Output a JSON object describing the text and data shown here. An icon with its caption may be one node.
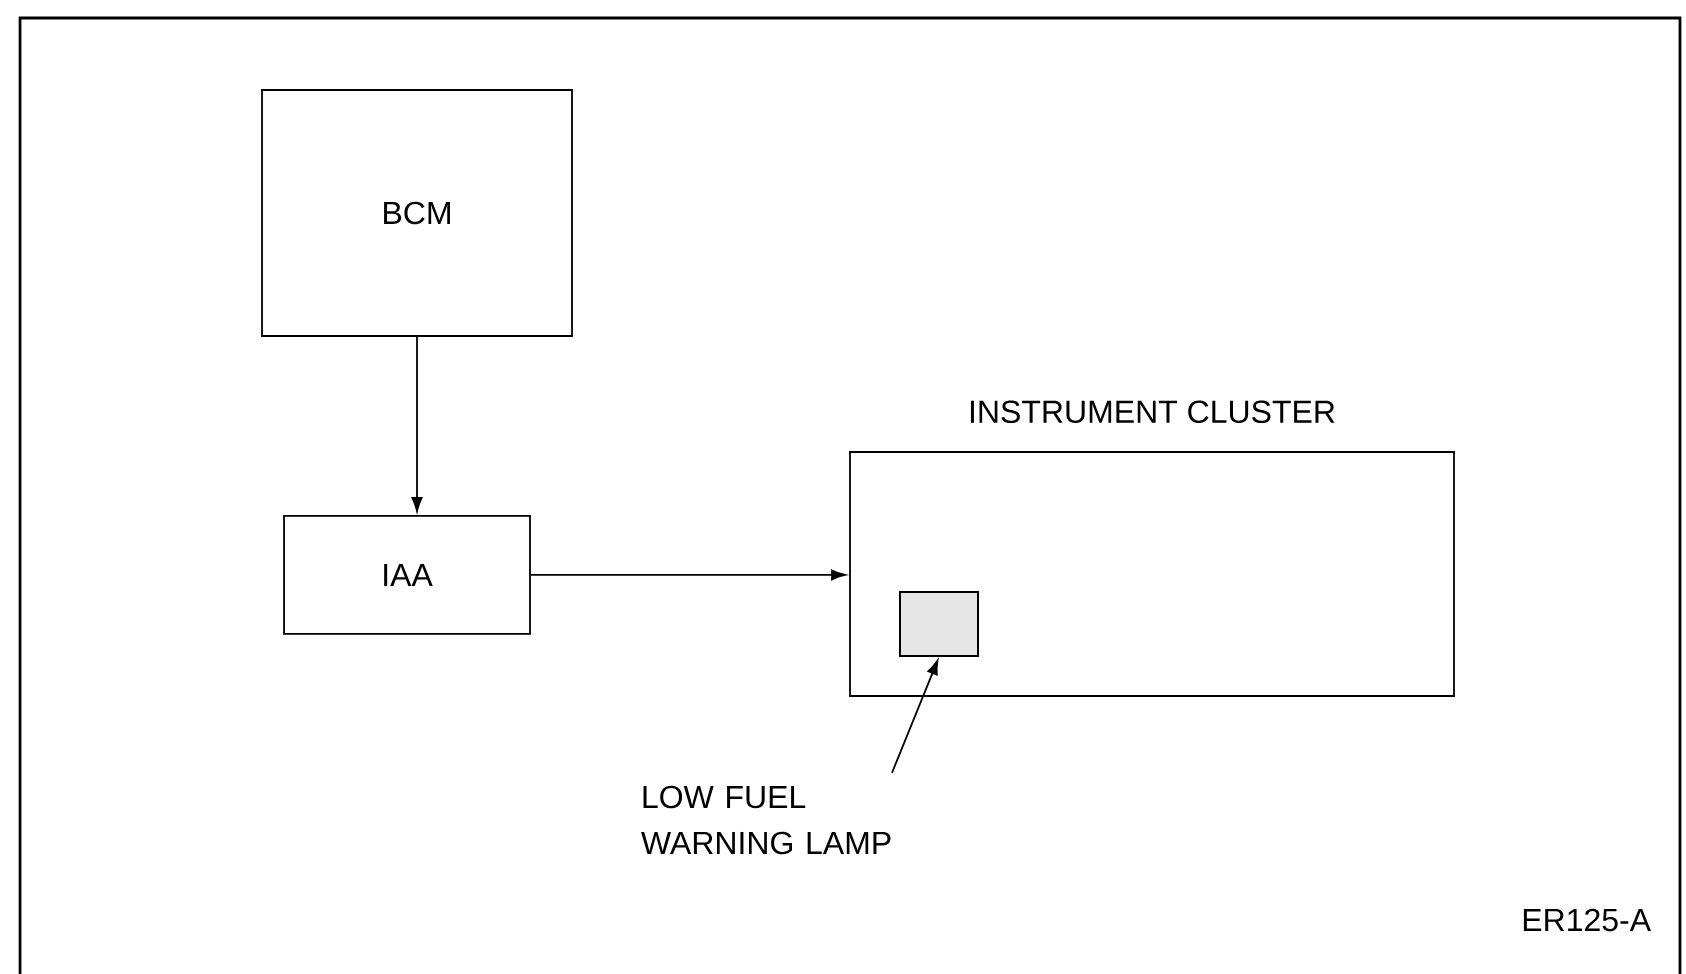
{
  "diagram": {
    "nodes": [
      {
        "text": [
          "BCM"
        ]
      },
      {
        "text": [
          "IAA"
        ]
      },
      {
        "text": [
          "INSTRUMENT CLUSTER"
        ]
      },
      {
        "text": [],
        "shape": "box",
        "in": 2
      },
      {
        "text": [
          "LOW FUEL WARNING LAMP"
        ]
      }
    ],
    "edges": [
      {
        "from": 0,
        "to": 1,
        "arrow": "to"
      },
      {
        "from": 1,
        "to": 2,
        "arrow": "to"
      },
      {
        "from": 4,
        "to": 3,
        "arrow": "to"
      }
    ],
    "labels": [
      "ER125-A"
    ]
  }
}
